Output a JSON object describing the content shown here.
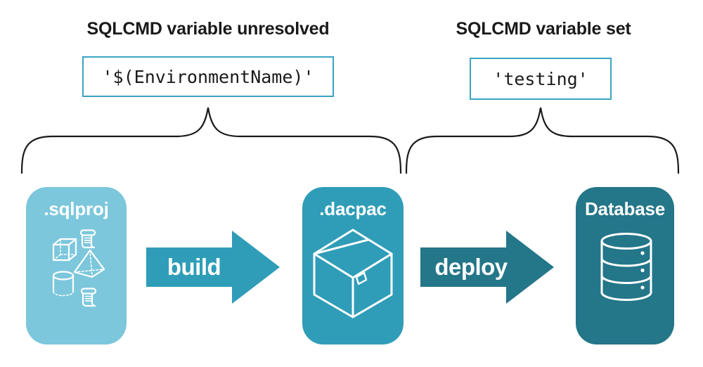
{
  "annotations": {
    "left": {
      "heading": "SQLCMD variable unresolved",
      "value": "'$(EnvironmentName)'"
    },
    "right": {
      "heading": "SQLCMD variable set",
      "value": "'testing'"
    }
  },
  "pipeline": {
    "stages": [
      {
        "label": ".sqlproj",
        "icon": "sql-project-objects-icon"
      },
      {
        "label": ".dacpac",
        "icon": "package-box-icon"
      },
      {
        "label": "Database",
        "icon": "database-cylinder-icon"
      }
    ],
    "arrows": [
      {
        "label": "build"
      },
      {
        "label": "deploy"
      }
    ]
  },
  "colors": {
    "stage-sqlproj": "#7cc7dc",
    "stage-dacpac": "#2f9db8",
    "stage-database": "#247689",
    "arrow-build": "#2f9db8",
    "arrow-deploy": "#247689",
    "code-box-border": "#3aa3c2",
    "brace": "#1a1a1a",
    "text": "#1a1a1a",
    "icon": "#ffffff",
    "background": "#ffffff"
  }
}
